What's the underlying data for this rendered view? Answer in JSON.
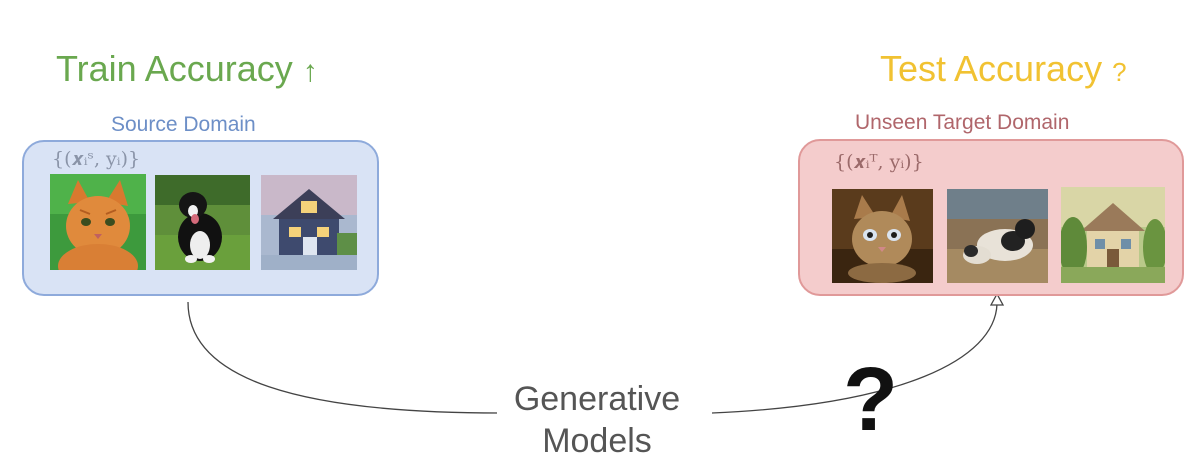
{
  "source": {
    "heading": "Train Accuracy",
    "heading_symbol": "↑",
    "heading_color": "#6aa84f",
    "caption": "Source Domain",
    "caption_color": "#6d8fc7",
    "formula": "{(𝒙ᵢˢ, yᵢ)}",
    "box_fill": "#d9e3f5",
    "box_border": "#8eaadb"
  },
  "target": {
    "heading": "Test Accuracy",
    "heading_symbol": "?",
    "heading_color": "#f1c232",
    "caption": "Unseen Target Domain",
    "caption_color": "#b0666b",
    "formula": "{(𝒙ᵢᵀ, yᵢ)}",
    "box_fill": "#f4cccc",
    "box_border": "#e09999"
  },
  "center": {
    "line1": "Generative",
    "line2": "Models",
    "question": "?"
  },
  "images": {
    "source": [
      "cat-photo",
      "dog-photo",
      "house-photo"
    ],
    "target": [
      "cat-painting",
      "dog-painting",
      "house-painting"
    ]
  }
}
